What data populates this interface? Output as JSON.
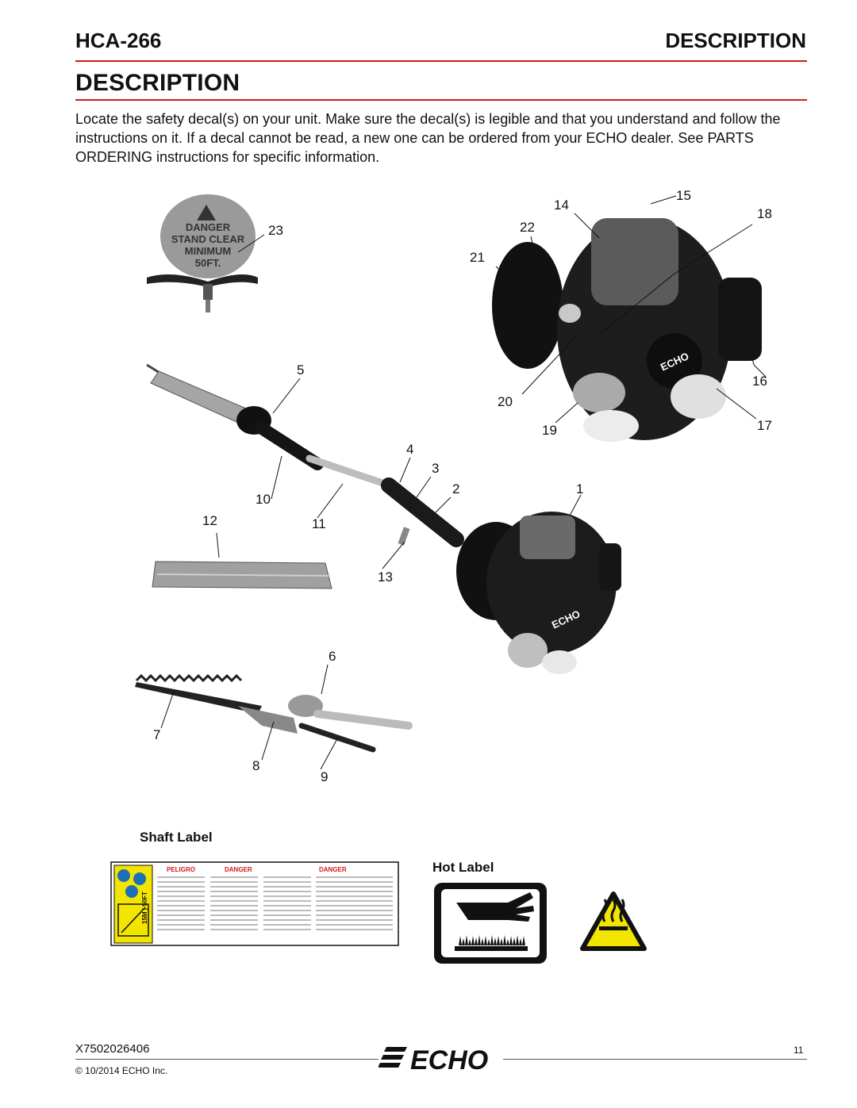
{
  "header": {
    "model": "HCA-266",
    "section": "DESCRIPTION"
  },
  "page_title": "DESCRIPTION",
  "intro_text": "Locate the safety decal(s) on your unit. Make sure the decal(s) is legible and that you understand and follow the instructions on it. If a decal cannot be read, a new one can be ordered from your ECHO dealer. See PARTS ORDERING instructions for specific information.",
  "callouts": [
    "1",
    "2",
    "3",
    "4",
    "5",
    "6",
    "7",
    "8",
    "9",
    "10",
    "11",
    "12",
    "13",
    "14",
    "15",
    "16",
    "17",
    "18",
    "19",
    "20",
    "21",
    "22",
    "23"
  ],
  "sign_text": {
    "line1": "DANGER",
    "line2": "STAND CLEAR",
    "line3": "MINIMUM",
    "line4": "50FT."
  },
  "engine_brand": "ECHO",
  "shaft_label": {
    "title": "Shaft Label",
    "panels": [
      "PELIGRO",
      "DANGER",
      "DANGER"
    ],
    "stripe": "15M | 50FT"
  },
  "hot_label": {
    "title": "Hot Label"
  },
  "footer": {
    "code": "X7502026406",
    "copyright": "© 10/2014 ECHO Inc.",
    "page": "11",
    "logo": "ECHO"
  },
  "colors": {
    "accent": "#d21a1a",
    "warning_yellow": "#f2e500"
  }
}
